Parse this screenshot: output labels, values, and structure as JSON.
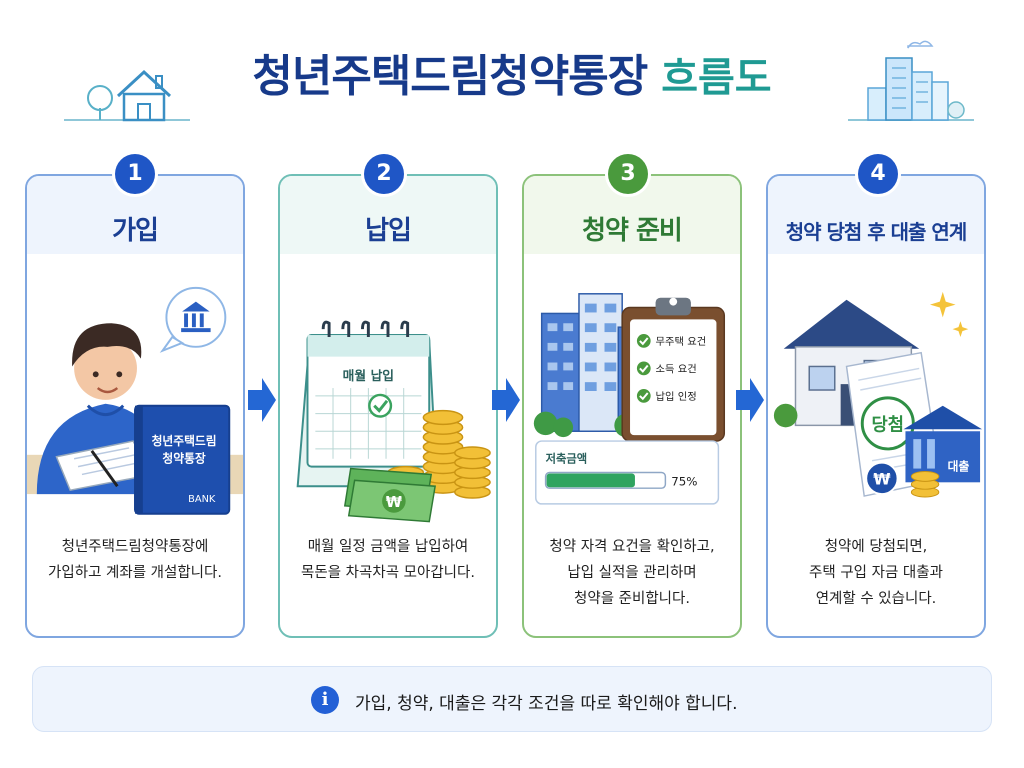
{
  "title": {
    "main": "청년주택드림청약통장",
    "sub": "흐름도"
  },
  "steps": [
    {
      "number": "1",
      "title": "가입",
      "desc": [
        "청년주택드림청약통장에",
        "가입하고 계좌를 개설합니다."
      ],
      "book_label": [
        "청년주택드림",
        "청약통장"
      ],
      "book_brand": "BANK"
    },
    {
      "number": "2",
      "title": "납입",
      "desc": [
        "매월 일정 금액을 납입하여",
        "목돈을 차곡차곡 모아갑니다."
      ],
      "calendar_label": "매월 납입",
      "currency_symbol": "₩"
    },
    {
      "number": "3",
      "title": "청약 준비",
      "desc": [
        "청약 자격 요건을 확인하고,",
        "납입 실적을 관리하며",
        "청약을 준비합니다."
      ],
      "checklist": [
        "무주택 요건",
        "소득 요건",
        "납입 인정"
      ],
      "savings_label": "저축금액",
      "savings_percent_text": "75%",
      "savings_fraction": 0.75
    },
    {
      "number": "4",
      "title": "청약 당첨 후 대출 연계",
      "desc": [
        "청약에 당첨되면,",
        "주택 구입 자금 대출과",
        "연계할 수 있습니다."
      ],
      "stamp_label": "당첨",
      "loan_label": "대출",
      "currency_symbol": "₩"
    }
  ],
  "note": {
    "text": "가입, 청약, 대출은 각각 조건을 따로 확인해야 합니다.",
    "icon": "info-icon"
  },
  "colors": {
    "navy": "#173a8a",
    "teal": "#1f9a93",
    "blue": "#1f56c6",
    "green": "#4a9a3d"
  }
}
